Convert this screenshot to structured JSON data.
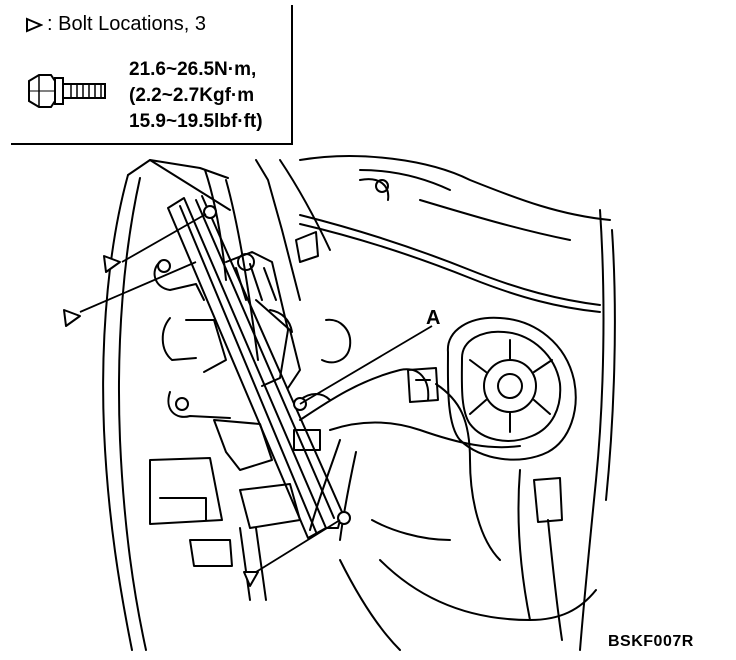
{
  "legend": {
    "title": ": Bolt Locations, 3",
    "torque_lines": [
      "21.6~26.5N·m,",
      "(2.2~2.7Kgf·m",
      "15.9~19.5lbf·ft)"
    ]
  },
  "callouts": {
    "a": "A"
  },
  "figure_code": "BSKF007R",
  "icons": [
    "triangle-marker-icon",
    "bolt-icon"
  ]
}
